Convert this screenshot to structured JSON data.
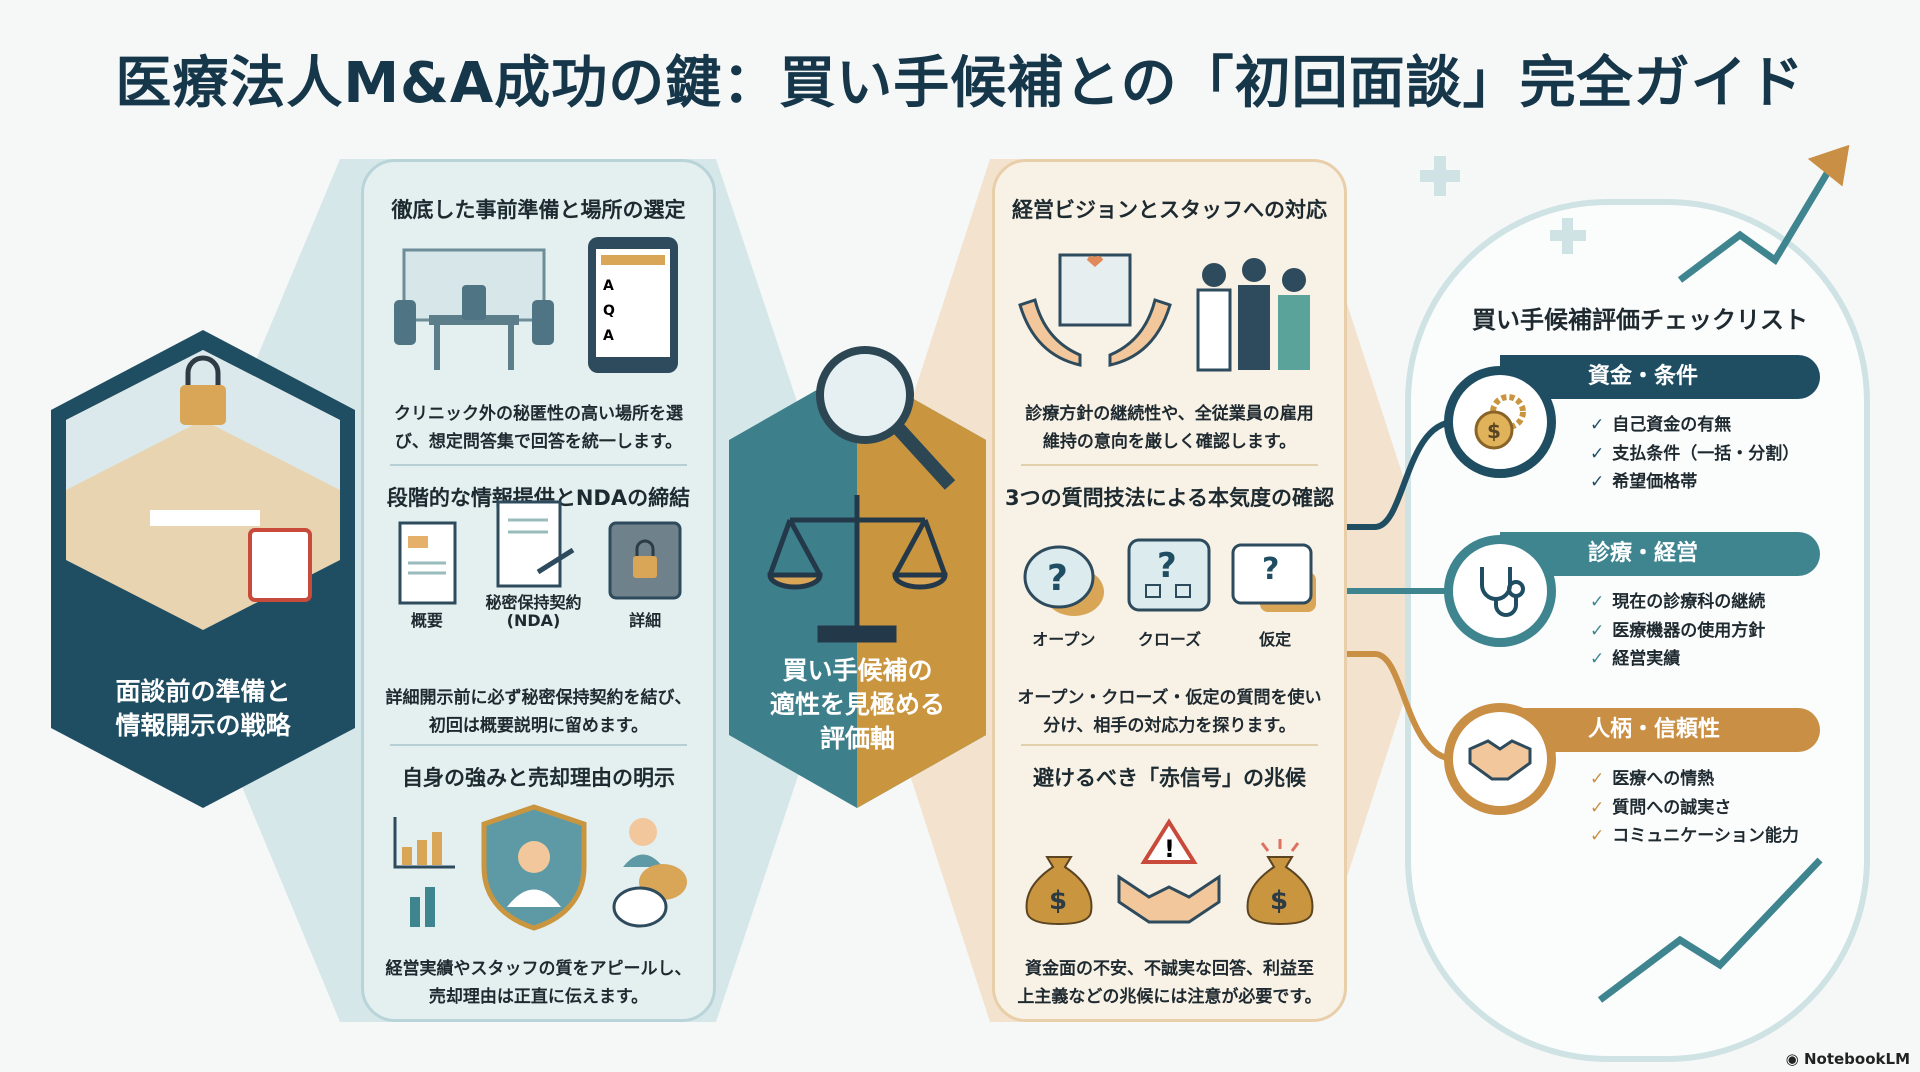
{
  "title": "医療法人M&A成功の鍵：買い手候補との「初回面談」完全ガイド",
  "left_hex": {
    "line1": "面談前の準備と",
    "line2": "情報開示の戦略"
  },
  "left_panel": {
    "sections": [
      {
        "heading": "徹底した事前準備と場所の選定",
        "body1": "クリニック外の秘匿性の高い場所を選",
        "body2": "び、想定問答集で回答を統一します。"
      },
      {
        "heading": "段階的な情報提供とNDAの締結",
        "labels": [
          "概要",
          "秘密保持契約",
          "(NDA)",
          "詳細"
        ],
        "body1": "詳細開示前に必ず秘密保持契約を結び、",
        "body2": "初回は概要説明に留めます。"
      },
      {
        "heading": "自身の強みと売却理由の明示",
        "body1": "経営実績やスタッフの質をアピールし、",
        "body2": "売却理由は正直に伝えます。"
      }
    ]
  },
  "center_hex": {
    "line1": "買い手候補の",
    "line2": "適性を見極める",
    "line3": "評価軸"
  },
  "mid_panel": {
    "sections": [
      {
        "heading": "経営ビジョンとスタッフへの対応",
        "body1": "診療方針の継続性や、全従業員の雇用",
        "body2": "維持の意向を厳しく確認します。"
      },
      {
        "heading": "3つの質問技法による本気度の確認",
        "labels": [
          "オープン",
          "クローズ",
          "仮定"
        ],
        "body1": "オープン・クローズ・仮定の質問を使い",
        "body2": "分け、相手の対応力を探ります。"
      },
      {
        "heading": "避けるべき「赤信号」の兆候",
        "body1": "資金面の不安、不誠実な回答、利益至",
        "body2": "上主義などの兆候には注意が必要です。"
      }
    ]
  },
  "checklist": {
    "title": "買い手候補評価チェックリスト",
    "groups": [
      {
        "name": "資金・条件",
        "color": "#1f4e63",
        "items": [
          "自己資金の有無",
          "支払条件（一括・分割）",
          "希望価格帯"
        ]
      },
      {
        "name": "診療・経営",
        "color": "#3f8590",
        "items": [
          "現在の診療科の継続",
          "医療機器の使用方針",
          "経営実績"
        ]
      },
      {
        "name": "人柄・信頼性",
        "color": "#c98f45",
        "items": [
          "医療への情熱",
          "質問への誠実さ",
          "コミュニケーション能力"
        ]
      }
    ]
  },
  "footer": {
    "logo": "NotebookLM"
  }
}
